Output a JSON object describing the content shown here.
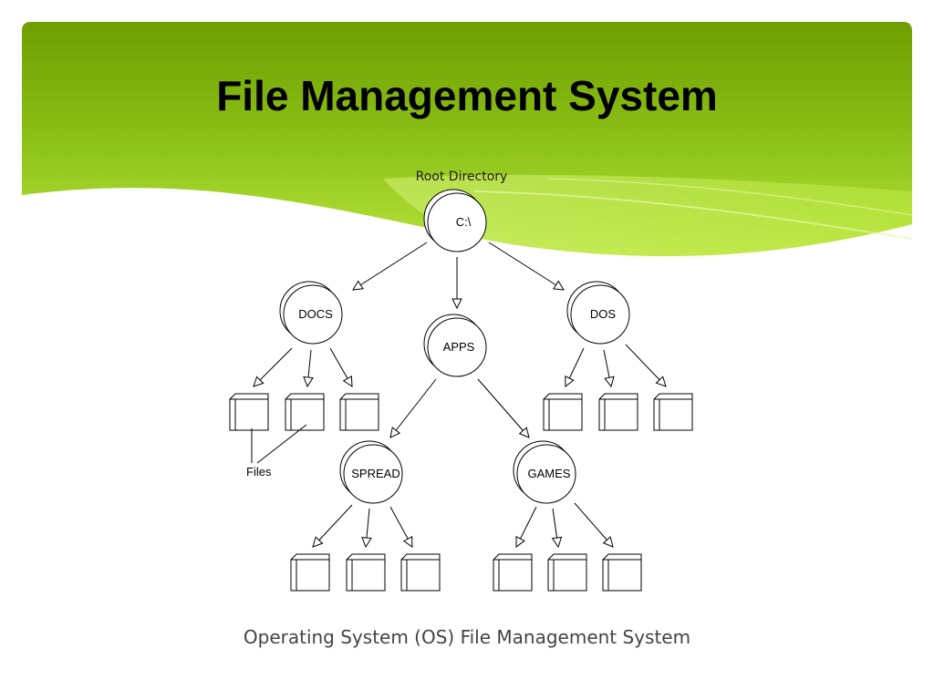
{
  "slide": {
    "title": "File Management System",
    "caption": "Operating System (OS) File Management System",
    "accent_color": "#8ec21b",
    "accent_dark": "#5e9a00"
  },
  "diagram": {
    "root_caption": "Root Directory",
    "files_label": "Files",
    "directories": [
      {
        "id": "root",
        "label": "C:\\",
        "parent": null
      },
      {
        "id": "docs",
        "label": "DOCS",
        "parent": "root"
      },
      {
        "id": "apps",
        "label": "APPS",
        "parent": "root"
      },
      {
        "id": "dos",
        "label": "DOS",
        "parent": "root"
      },
      {
        "id": "spread",
        "label": "SPREAD",
        "parent": "apps"
      },
      {
        "id": "games",
        "label": "GAMES",
        "parent": "apps"
      }
    ],
    "file_groups": [
      {
        "parent": "docs",
        "count": 3
      },
      {
        "parent": "dos",
        "count": 3
      },
      {
        "parent": "spread",
        "count": 3
      },
      {
        "parent": "games",
        "count": 3
      }
    ]
  }
}
